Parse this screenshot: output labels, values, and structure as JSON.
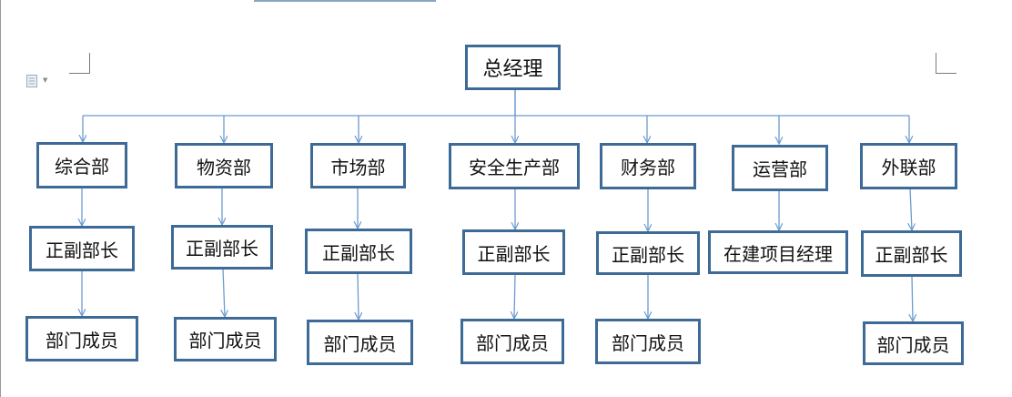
{
  "root": {
    "label": "总经理"
  },
  "departments": [
    {
      "name": "综合部",
      "role": "正副部长",
      "members": "部门成员"
    },
    {
      "name": "物资部",
      "role": "正副部长",
      "members": "部门成员"
    },
    {
      "name": "市场部",
      "role": "正副部长",
      "members": "部门成员"
    },
    {
      "name": "安全生产部",
      "role": "正副部长",
      "members": "部门成员"
    },
    {
      "name": "财务部",
      "role": "正副部长",
      "members": "部门成员"
    },
    {
      "name": "运营部",
      "role": "在建项目经理"
    },
    {
      "name": "外联部",
      "role": "正副部长",
      "members": "部门成员"
    }
  ],
  "colors": {
    "box_border": "#3d6a96",
    "connector": "#6b9bd0"
  }
}
